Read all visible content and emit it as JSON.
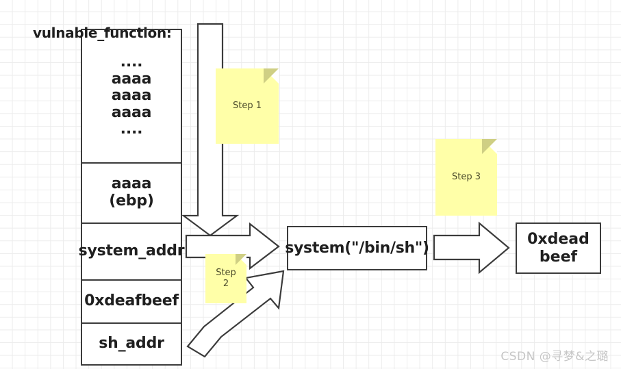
{
  "diagram": {
    "title_label": "vulnable_function:",
    "stack": {
      "name": "stack-frame",
      "cells": [
        {
          "id": "buffer",
          "text": "....\naaaa\naaaa\naaaa\n...."
        },
        {
          "id": "saved-ebp",
          "text": "aaaa\n(ebp)"
        },
        {
          "id": "ret-addr",
          "text": "system_addr"
        },
        {
          "id": "fake-ret",
          "text": "0xdeafbeef"
        },
        {
          "id": "arg",
          "text": "sh_addr"
        }
      ]
    },
    "boxes": [
      {
        "id": "system-call",
        "text": "system(\"/bin/sh\")"
      },
      {
        "id": "dead-beef",
        "text": "0xdead\nbeef"
      }
    ],
    "notes": [
      {
        "id": "step-1",
        "text": "Step 1"
      },
      {
        "id": "step-2",
        "text": "Step\n2"
      },
      {
        "id": "step-3",
        "text": "Step 3"
      }
    ],
    "arrows": [
      {
        "id": "overflow-down-arrow",
        "direction": "down"
      },
      {
        "id": "ret-to-system-arrow",
        "direction": "right"
      },
      {
        "id": "sh-addr-diagonal-arrow",
        "direction": "up-right"
      },
      {
        "id": "system-to-deadbeef-arrow",
        "direction": "right"
      }
    ],
    "watermark": "CSDN @寻梦&之璐",
    "colors": {
      "note_fill": "#ffffa8",
      "note_fold": "#cfcf84",
      "stroke": "#3b3b3b",
      "grid": "#ececec",
      "watermark": "#c6c6c6"
    }
  }
}
